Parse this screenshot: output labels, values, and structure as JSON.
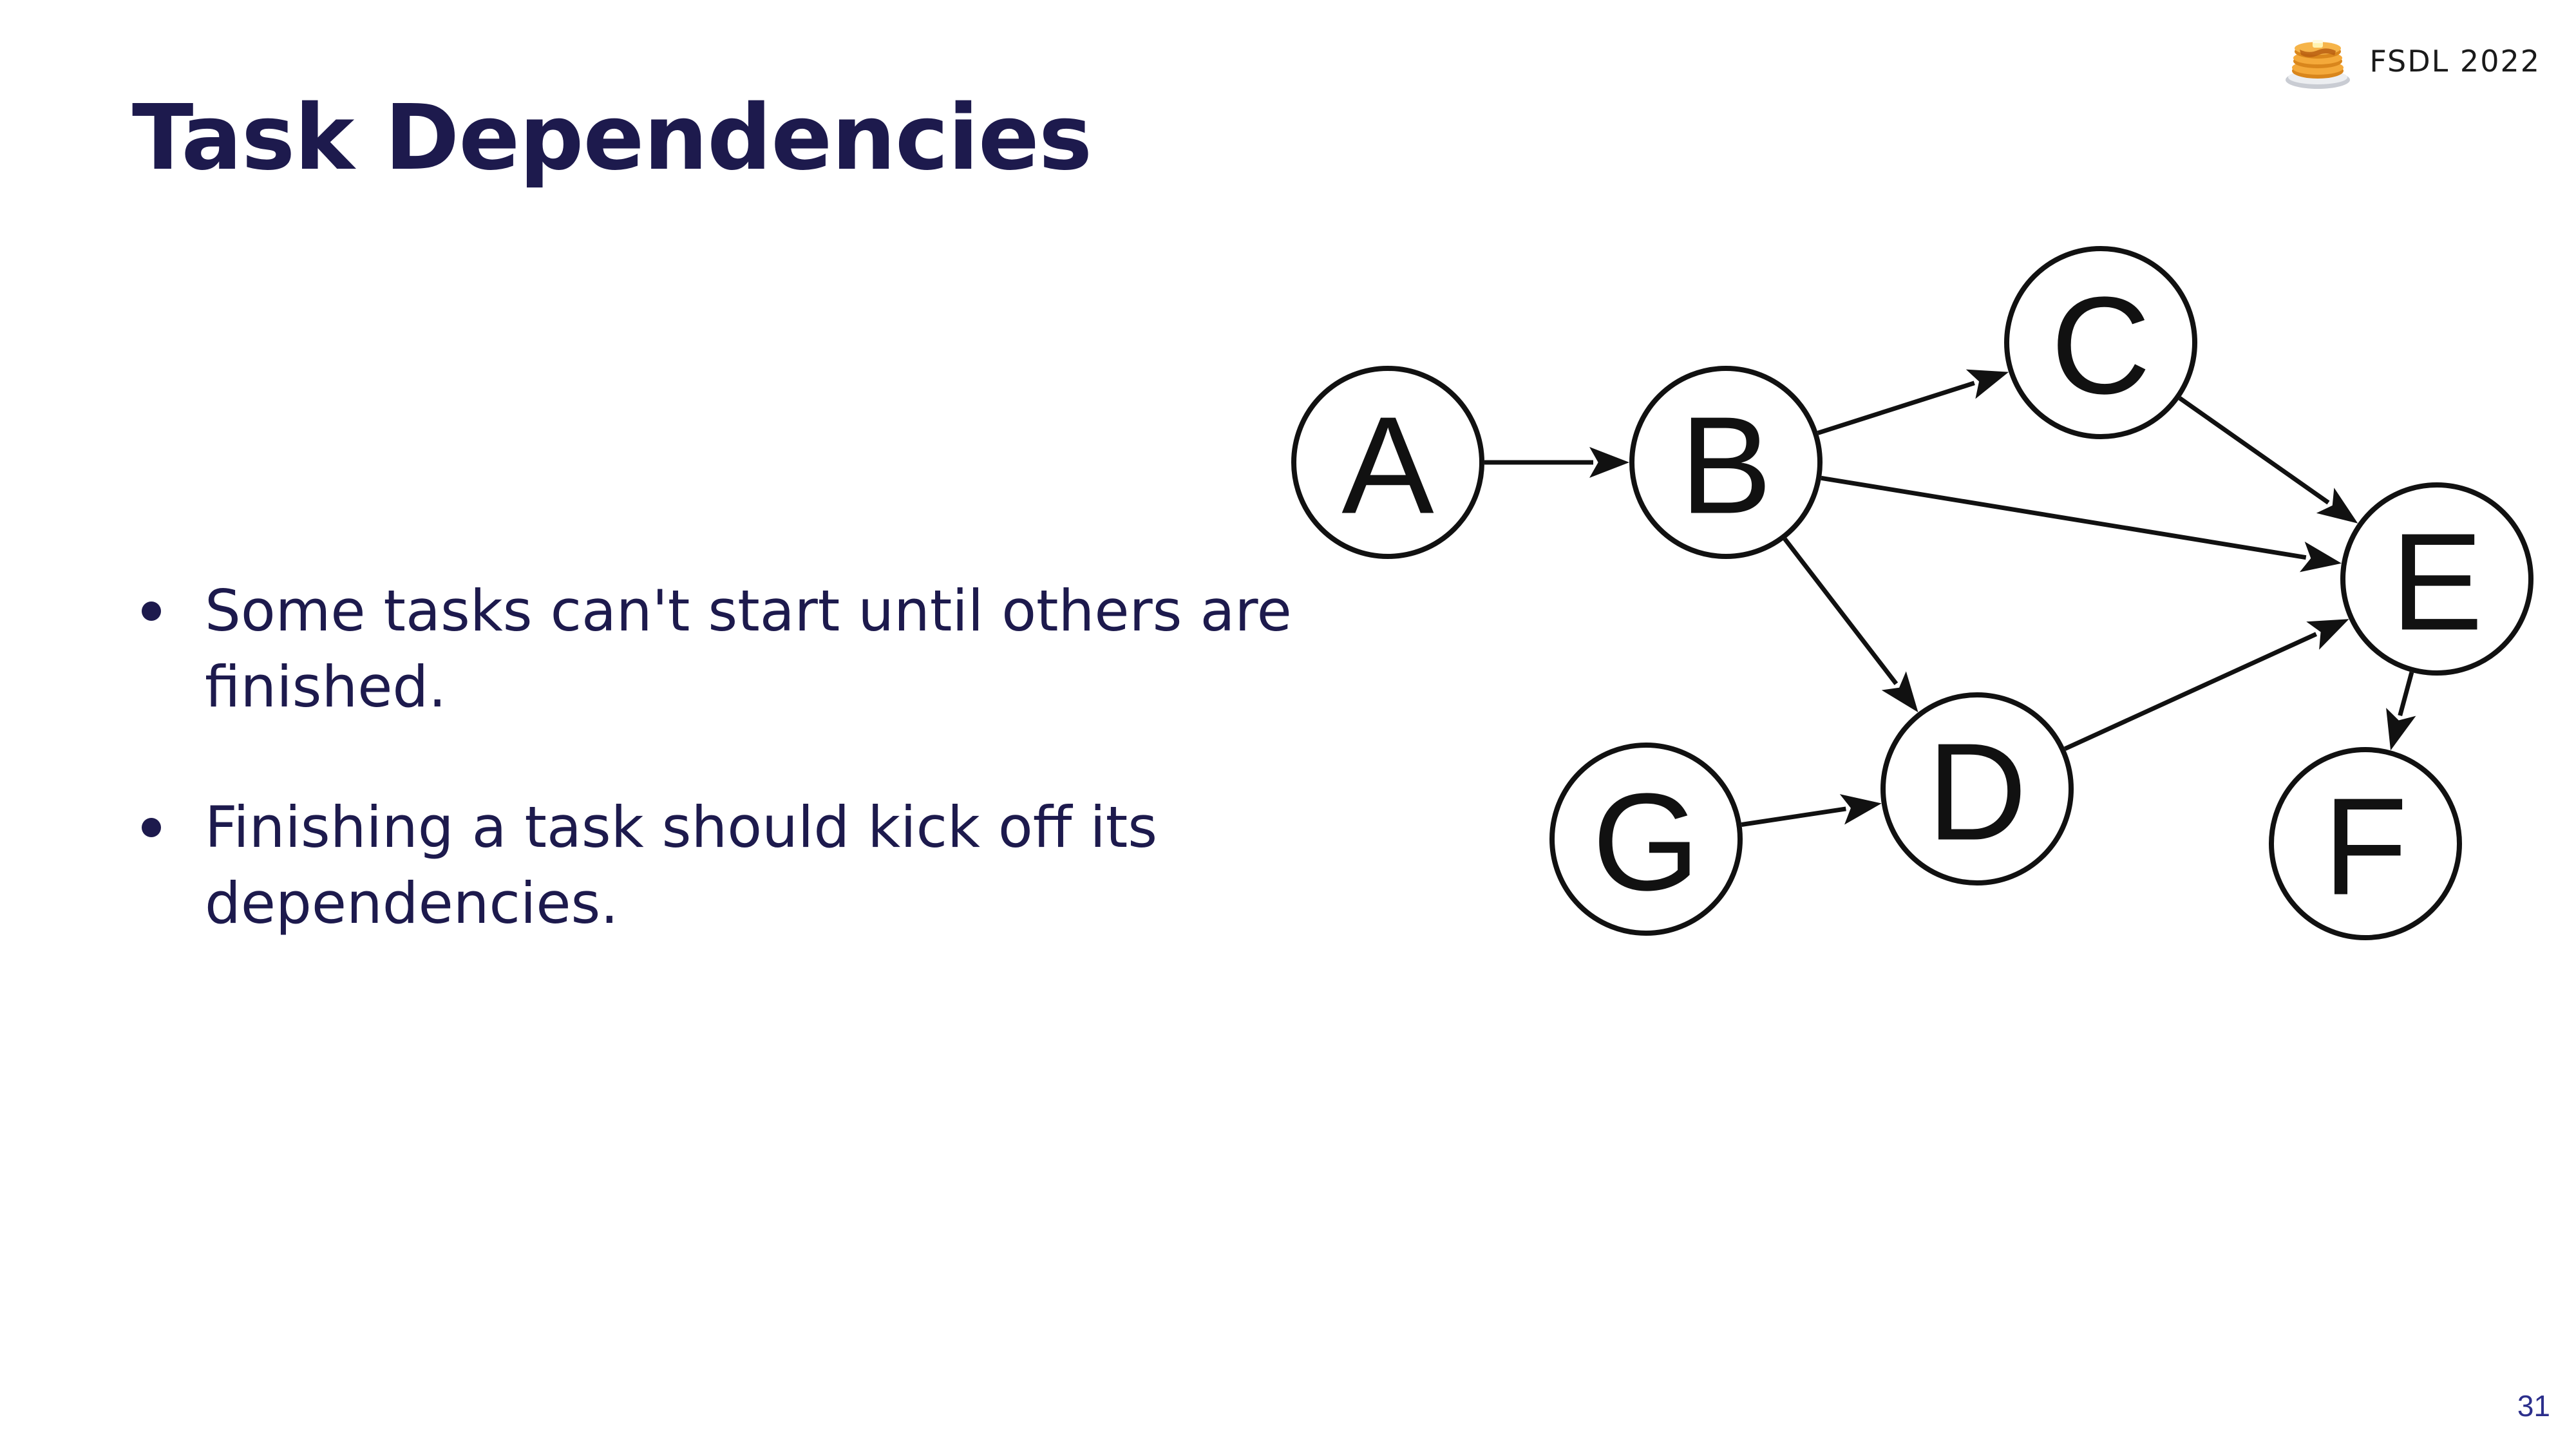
{
  "slide": {
    "title": "Task Dependencies",
    "brand": {
      "logo_icon": "pancake-stack-icon",
      "text": "FSDL 2022"
    },
    "bullets": [
      "Some tasks can't start until others are finished.",
      "Finishing a task should kick off its dependencies."
    ],
    "page_number": "31"
  },
  "diagram": {
    "nodes": [
      {
        "id": "A",
        "label": "A"
      },
      {
        "id": "B",
        "label": "B"
      },
      {
        "id": "C",
        "label": "C"
      },
      {
        "id": "D",
        "label": "D"
      },
      {
        "id": "E",
        "label": "E"
      },
      {
        "id": "F",
        "label": "F"
      },
      {
        "id": "G",
        "label": "G"
      }
    ],
    "edges": [
      {
        "from": "A",
        "to": "B"
      },
      {
        "from": "B",
        "to": "C"
      },
      {
        "from": "B",
        "to": "E"
      },
      {
        "from": "B",
        "to": "D"
      },
      {
        "from": "C",
        "to": "E"
      },
      {
        "from": "D",
        "to": "E"
      },
      {
        "from": "E",
        "to": "F"
      },
      {
        "from": "G",
        "to": "D"
      }
    ]
  }
}
